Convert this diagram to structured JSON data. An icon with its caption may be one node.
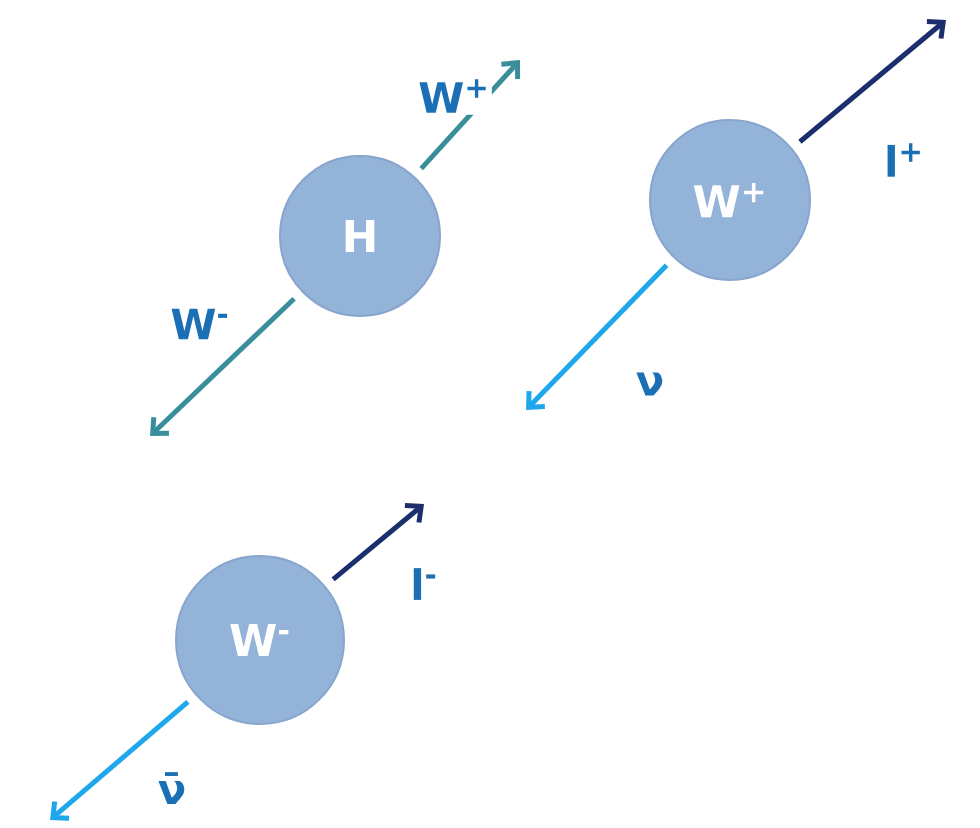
{
  "diagram": {
    "nodes": [
      {
        "text": [
          "H"
        ]
      },
      {
        "text": [
          "W$^{+}$"
        ]
      },
      {
        "text": [
          "W$^{-}$"
        ]
      }
    ],
    "edges": [
      {
        "from": 0,
        "to": null,
        "arrow": "to",
        "label": "W$^{+}$",
        "color": "#3a8e9c"
      },
      {
        "from": 0,
        "to": null,
        "arrow": "to",
        "label": "W$^{-}$",
        "color": "#3a8e9c"
      },
      {
        "from": 1,
        "to": null,
        "arrow": "to",
        "label": "l$^{+}$",
        "color": "#1b2f6e"
      },
      {
        "from": 1,
        "to": null,
        "arrow": "to",
        "label": "ν",
        "color": "#1ea7ea"
      },
      {
        "from": 2,
        "to": null,
        "arrow": "to",
        "label": "l$^{-}$",
        "color": "#1b2f6e"
      },
      {
        "from": 2,
        "to": null,
        "arrow": "to",
        "label": "ν̄",
        "color": "#1ea7ea"
      }
    ]
  }
}
